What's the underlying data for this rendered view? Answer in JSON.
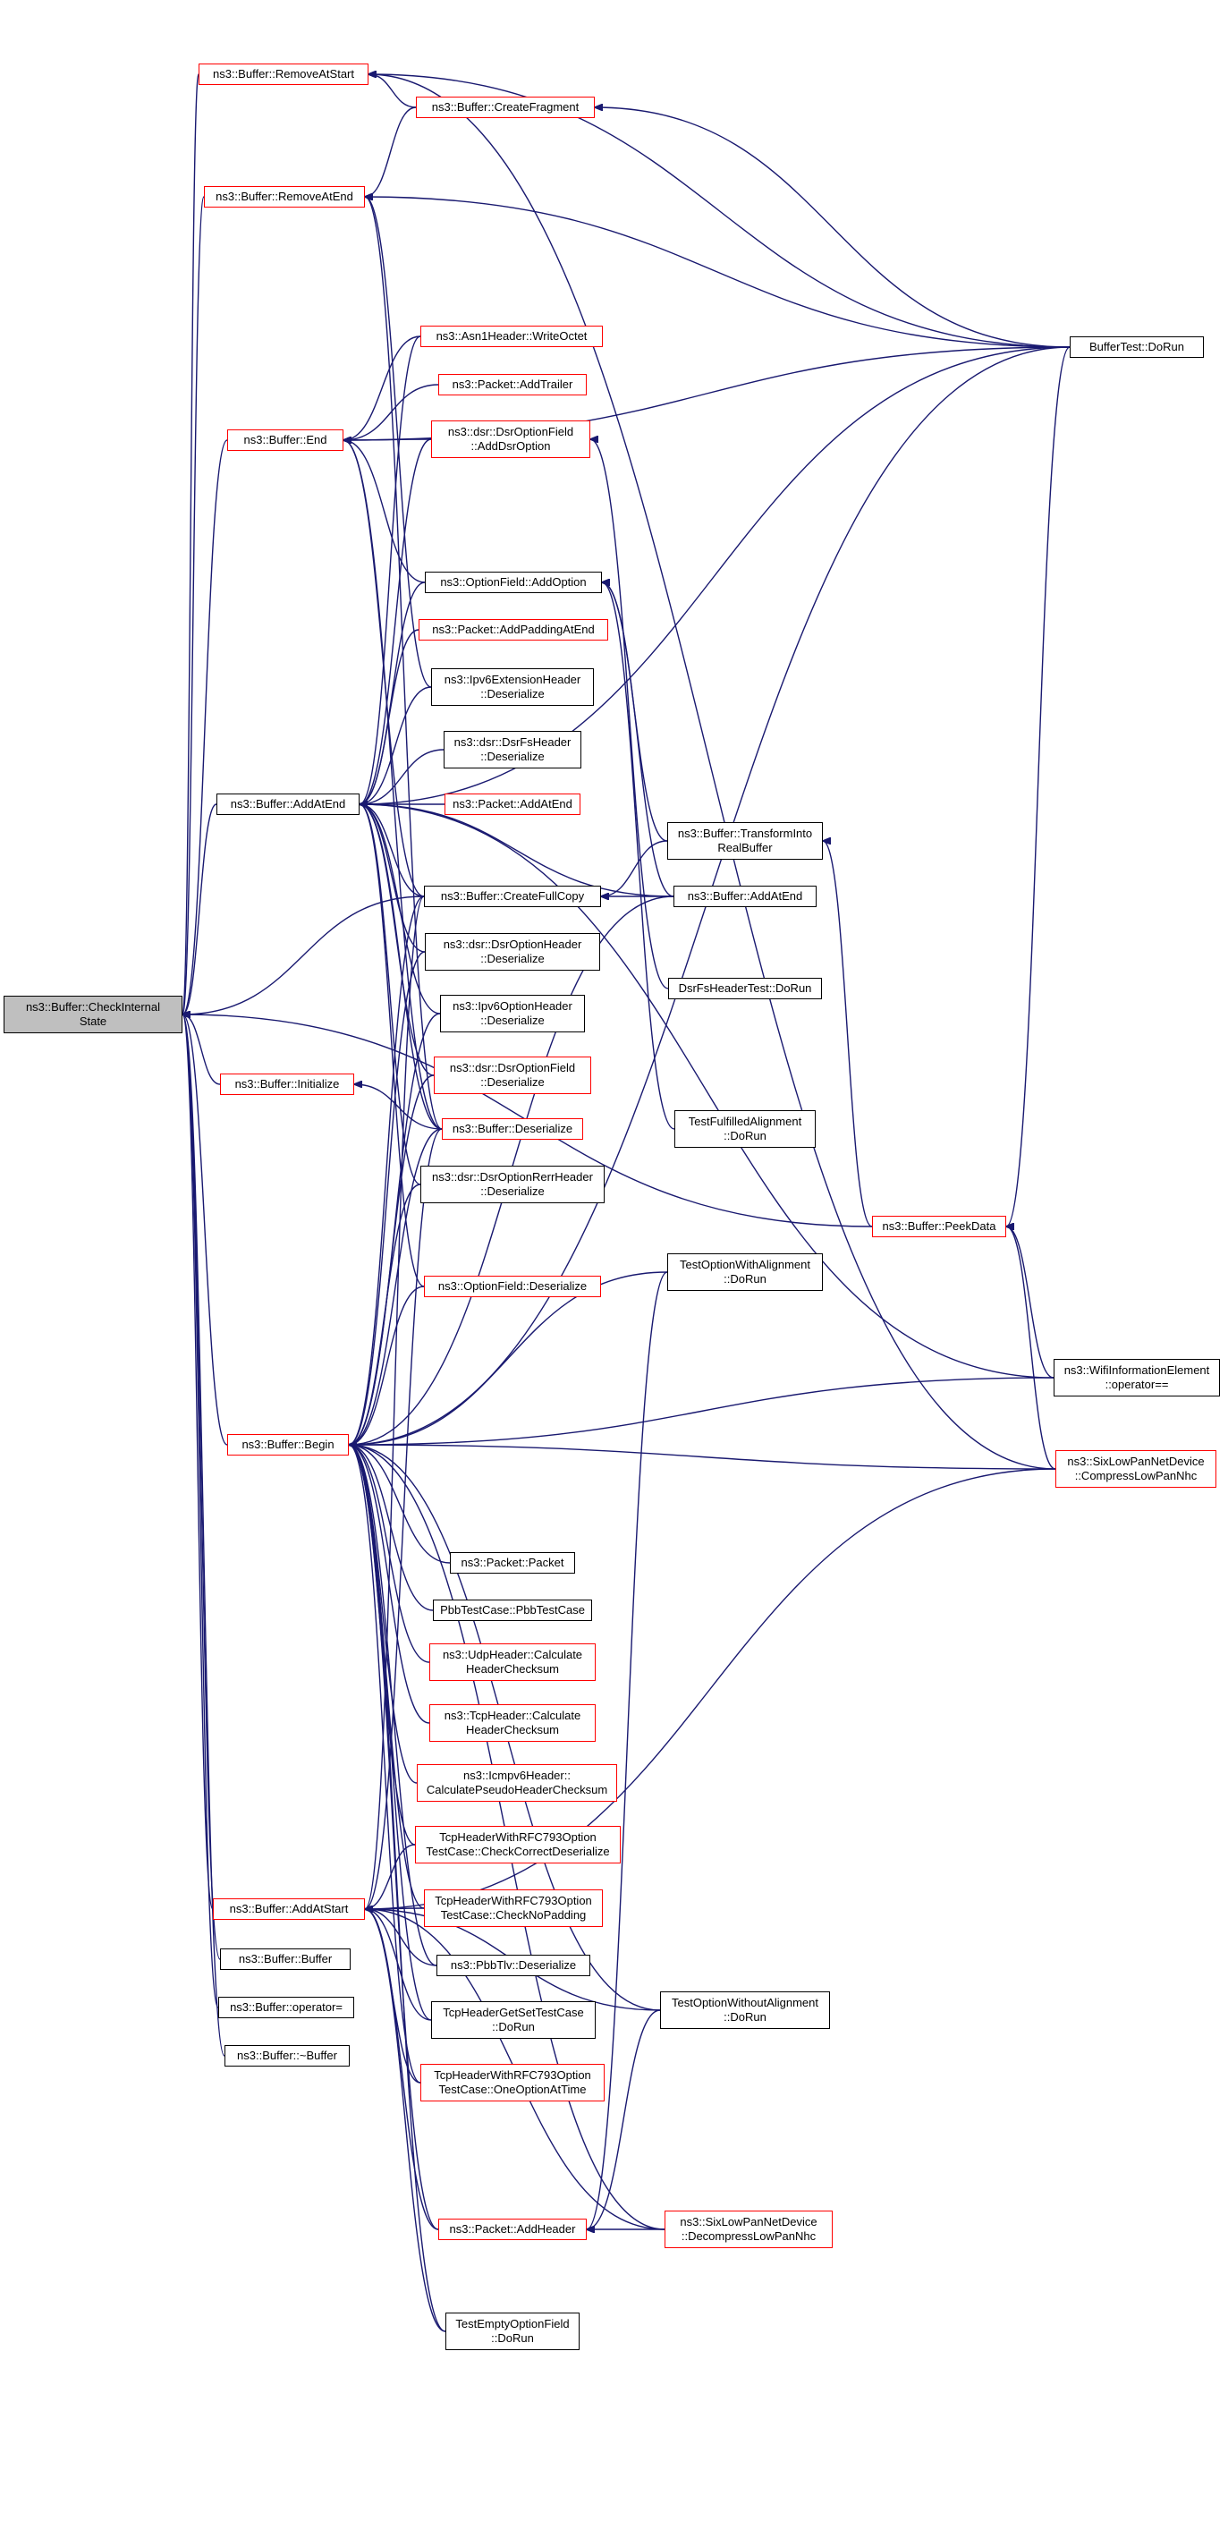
{
  "colors": {
    "edge": "#191970",
    "red_border": "#ff0000",
    "black_border": "#000000",
    "focus_fill": "#bfbfbf"
  },
  "nodes": {
    "check": {
      "label": "ns3::Buffer::CheckInternal\nState",
      "kind": "focus"
    },
    "removestart": {
      "label": "ns3::Buffer::RemoveAtStart",
      "kind": "red"
    },
    "createfrag": {
      "label": "ns3::Buffer::CreateFragment",
      "kind": "red"
    },
    "removeend": {
      "label": "ns3::Buffer::RemoveAtEnd",
      "kind": "red"
    },
    "end": {
      "label": "ns3::Buffer::End",
      "kind": "red"
    },
    "addatend": {
      "label": "ns3::Buffer::AddAtEnd",
      "kind": "black"
    },
    "initialize": {
      "label": "ns3::Buffer::Initialize",
      "kind": "red"
    },
    "begin": {
      "label": "ns3::Buffer::Begin",
      "kind": "red"
    },
    "addatstart": {
      "label": "ns3::Buffer::AddAtStart",
      "kind": "red"
    },
    "bufbuffer": {
      "label": "ns3::Buffer::Buffer",
      "kind": "black"
    },
    "operatoreq": {
      "label": "ns3::Buffer::operator=",
      "kind": "black"
    },
    "destructor": {
      "label": "ns3::Buffer::~Buffer",
      "kind": "black"
    },
    "asn1": {
      "label": "ns3::Asn1Header::WriteOctet",
      "kind": "red"
    },
    "addtrailer": {
      "label": "ns3::Packet::AddTrailer",
      "kind": "red"
    },
    "adddsropt": {
      "label": "ns3::dsr::DsrOptionField\n::AddDsrOption",
      "kind": "red"
    },
    "optaddopt": {
      "label": "ns3::OptionField::AddOption",
      "kind": "black"
    },
    "addpadding": {
      "label": "ns3::Packet::AddPaddingAtEnd",
      "kind": "red"
    },
    "ipv6ext": {
      "label": "ns3::Ipv6ExtensionHeader\n::Deserialize",
      "kind": "black"
    },
    "dsrfs": {
      "label": "ns3::dsr::DsrFsHeader\n::Deserialize",
      "kind": "black"
    },
    "pktaddatend": {
      "label": "ns3::Packet::AddAtEnd",
      "kind": "red"
    },
    "fullcopy": {
      "label": "ns3::Buffer::CreateFullCopy",
      "kind": "black"
    },
    "dsroptheader": {
      "label": "ns3::dsr::DsrOptionHeader\n::Deserialize",
      "kind": "black"
    },
    "ipv6opt": {
      "label": "ns3::Ipv6OptionHeader\n::Deserialize",
      "kind": "black"
    },
    "dsroptfield": {
      "label": "ns3::dsr::DsrOptionField\n::Deserialize",
      "kind": "red"
    },
    "bufdeser": {
      "label": "ns3::Buffer::Deserialize",
      "kind": "red"
    },
    "dsrrerr": {
      "label": "ns3::dsr::DsrOptionRerrHeader\n::Deserialize",
      "kind": "black"
    },
    "optdeser": {
      "label": "ns3::OptionField::Deserialize",
      "kind": "red"
    },
    "transform": {
      "label": "ns3::Buffer::TransformInto\nRealBuffer",
      "kind": "black"
    },
    "bufaddatend2": {
      "label": "ns3::Buffer::AddAtEnd",
      "kind": "black"
    },
    "dsrfstest": {
      "label": "DsrFsHeaderTest::DoRun",
      "kind": "black"
    },
    "fulfilled": {
      "label": "TestFulfilledAlignment\n::DoRun",
      "kind": "black"
    },
    "withalign": {
      "label": "TestOptionWithAlignment\n::DoRun",
      "kind": "black"
    },
    "buffertest": {
      "label": "BufferTest::DoRun",
      "kind": "black"
    },
    "peekdata": {
      "label": "ns3::Buffer::PeekData",
      "kind": "red"
    },
    "wifiinfo": {
      "label": "ns3::WifiInformationElement\n::operator==",
      "kind": "black"
    },
    "compress": {
      "label": "ns3::SixLowPanNetDevice\n::CompressLowPanNhc",
      "kind": "red"
    },
    "packet": {
      "label": "ns3::Packet::Packet",
      "kind": "black"
    },
    "pbbtest": {
      "label": "PbbTestCase::PbbTestCase",
      "kind": "black"
    },
    "udpcsum": {
      "label": "ns3::UdpHeader::Calculate\nHeaderChecksum",
      "kind": "red"
    },
    "tcpcsum": {
      "label": "ns3::TcpHeader::Calculate\nHeaderChecksum",
      "kind": "red"
    },
    "icmpv6": {
      "label": "ns3::Icmpv6Header::\nCalculatePseudoHeaderChecksum",
      "kind": "red"
    },
    "tcpcorrect": {
      "label": "TcpHeaderWithRFC793Option\nTestCase::CheckCorrectDeserialize",
      "kind": "red"
    },
    "tcpnopad": {
      "label": "TcpHeaderWithRFC793Option\nTestCase::CheckNoPadding",
      "kind": "red"
    },
    "pbbtlv": {
      "label": "ns3::PbbTlv::Deserialize",
      "kind": "black"
    },
    "tcpgetset": {
      "label": "TcpHeaderGetSetTestCase\n::DoRun",
      "kind": "black"
    },
    "tcponeopt": {
      "label": "TcpHeaderWithRFC793Option\nTestCase::OneOptionAtTime",
      "kind": "red"
    },
    "addheader": {
      "label": "ns3::Packet::AddHeader",
      "kind": "red"
    },
    "emptyopt": {
      "label": "TestEmptyOptionField\n::DoRun",
      "kind": "black"
    },
    "withoutalign": {
      "label": "TestOptionWithoutAlignment\n::DoRun",
      "kind": "black"
    },
    "decompress": {
      "label": "ns3::SixLowPanNetDevice\n::DecompressLowPanNhc",
      "kind": "red"
    }
  }
}
